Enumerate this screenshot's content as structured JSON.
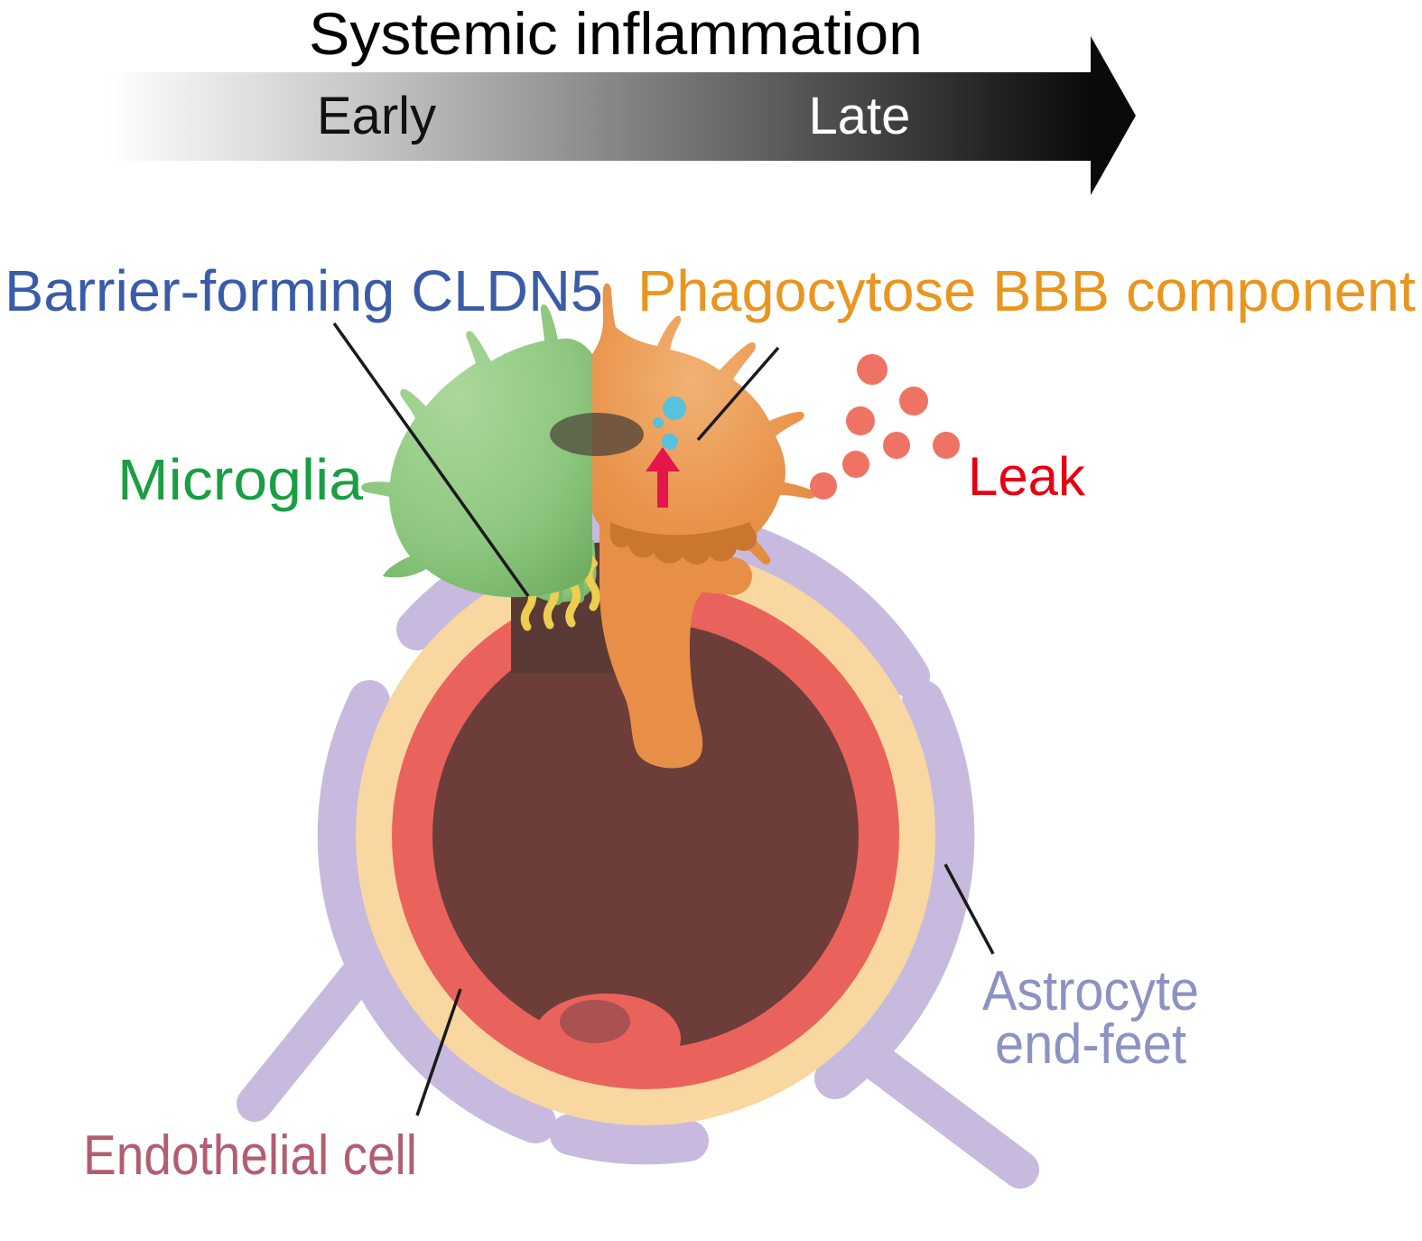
{
  "title": {
    "text": "Systemic inflammation",
    "color": "#000000"
  },
  "timeline": {
    "early_label": "Early",
    "late_label": "Late",
    "gradient_start": "#ffffff",
    "gradient_end": "#0a0a0a",
    "early_text_color": "#111111",
    "late_text_color": "#ffffff"
  },
  "annotations": {
    "barrier": {
      "text": "Barrier-forming CLDN5",
      "color": "#3a5ca8"
    },
    "phagocytose": {
      "text": "Phagocytose BBB component",
      "color": "#e8961f"
    },
    "microglia": {
      "text": "Microglia",
      "color": "#1a9e44"
    },
    "leak": {
      "text": "Leak",
      "color": "#e60012"
    },
    "astrocyte": {
      "line1": "Astrocyte",
      "line2": "end-feet",
      "color": "#8d92c3"
    },
    "endothelial": {
      "text": "Endothelial cell",
      "color": "#b25e70"
    }
  },
  "palette": {
    "microglia_green": "#8dc77f",
    "microglia_green_light": "#abd89a",
    "microglia_green_dark": "#6cab5e",
    "microglia_orange": "#e9944d",
    "microglia_orange_light": "#f2b273",
    "microglia_orange_dark": "#c9772f",
    "astrocyte_purple": "#c8bade",
    "basement_cream": "#f8d8a0",
    "endothelial_red": "#e9635c",
    "vessel_lumen": "#6c3d39",
    "cldn5_yellow": "#edce50",
    "leak_dot": "#ee7365",
    "phagosome_cyan": "#58c1dc",
    "upregulation_arrow_red": "#e5164a",
    "nucleus_brown_green_side": "#5e684a",
    "nucleus_brown_orange_side": "#73573f",
    "endothelial_nucleus": "#aa5152",
    "leader_line": "#1a1a1a"
  }
}
